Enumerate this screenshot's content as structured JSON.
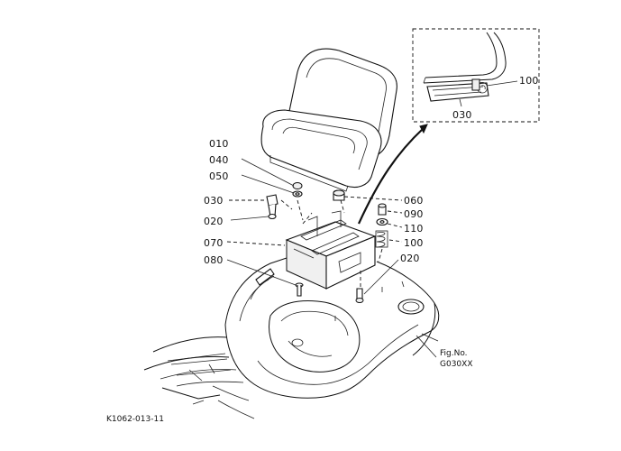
{
  "callouts": {
    "p010": "010",
    "p040": "040",
    "p050": "050",
    "p030": "030",
    "p020_left": "020",
    "p070": "070",
    "p080": "080",
    "p060": "060",
    "p090": "090",
    "p110": "110",
    "p100": "100",
    "p020_right": "020"
  },
  "inset": {
    "p100": "100",
    "p030": "030"
  },
  "figure": {
    "line1": "Fig.No.",
    "line2": "G030XX"
  },
  "reference_code": "K1062-013-11"
}
